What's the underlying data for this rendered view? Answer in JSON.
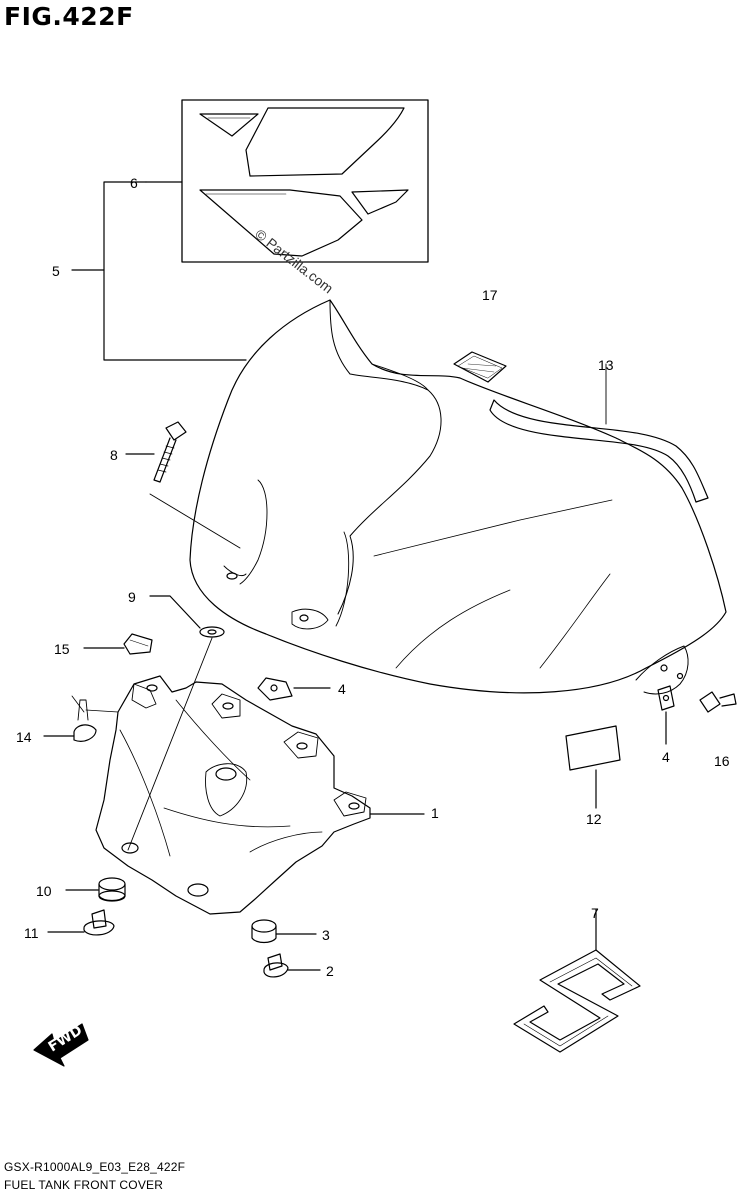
{
  "figure": {
    "title": "FIG.422F"
  },
  "callouts": [
    {
      "id": "1",
      "label": "1"
    },
    {
      "id": "2",
      "label": "2"
    },
    {
      "id": "3",
      "label": "3"
    },
    {
      "id": "4a",
      "label": "4"
    },
    {
      "id": "4b",
      "label": "4"
    },
    {
      "id": "5",
      "label": "5"
    },
    {
      "id": "6",
      "label": "6"
    },
    {
      "id": "7",
      "label": "7"
    },
    {
      "id": "8",
      "label": "8"
    },
    {
      "id": "9",
      "label": "9"
    },
    {
      "id": "10",
      "label": "10"
    },
    {
      "id": "11",
      "label": "11"
    },
    {
      "id": "12",
      "label": "12"
    },
    {
      "id": "13",
      "label": "13"
    },
    {
      "id": "14",
      "label": "14"
    },
    {
      "id": "15",
      "label": "15"
    },
    {
      "id": "16",
      "label": "16"
    },
    {
      "id": "17",
      "label": "17"
    }
  ],
  "watermark": "© Partzilla.com",
  "fwd_label": "FWD",
  "footer": {
    "code": "GSX-R1000AL9_E03_E28_422F",
    "name": "FUEL TANK FRONT COVER"
  }
}
